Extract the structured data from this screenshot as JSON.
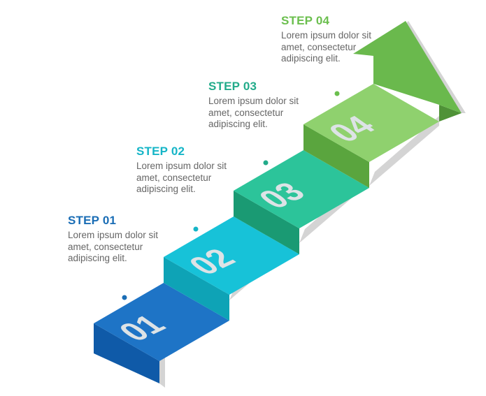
{
  "steps": [
    {
      "title": "STEP 01",
      "number": "01",
      "description": "Lorem ipsum dolor sit amet, consectetur adipiscing elit.",
      "color": "#1a6db5"
    },
    {
      "title": "STEP 02",
      "number": "02",
      "description": "Lorem ipsum dolor sit amet, consectetur adipiscing elit.",
      "color": "#15b5c7"
    },
    {
      "title": "STEP 03",
      "number": "03",
      "description": "Lorem ipsum dolor sit amet, consectetur adipiscing elit.",
      "color": "#22ab8a"
    },
    {
      "title": "STEP 04",
      "number": "04",
      "description": "Lorem ipsum dolor sit amet, consectetur adipiscing elit.",
      "color": "#6bbf4e"
    }
  ],
  "colors": {
    "step1": {
      "top": "#1e74c6",
      "front": "#0f5aa8",
      "text": "#1a6db5"
    },
    "step2": {
      "top": "#17c2d8",
      "front": "#0ea3b6",
      "text": "#15b5c7"
    },
    "step3": {
      "top": "#2cc49a",
      "front": "#1a9a73",
      "text": "#22ab8a"
    },
    "step4": {
      "top": "#8fd16e",
      "front": "#5aa53e",
      "text": "#6bbf4e"
    },
    "arrow": "#6ab94d",
    "shadow": "#d4d4d4",
    "dot1": "#1a6db5",
    "dot2": "#15b5c7",
    "dot3": "#22ab8a",
    "dot4": "#6bbf4e"
  }
}
